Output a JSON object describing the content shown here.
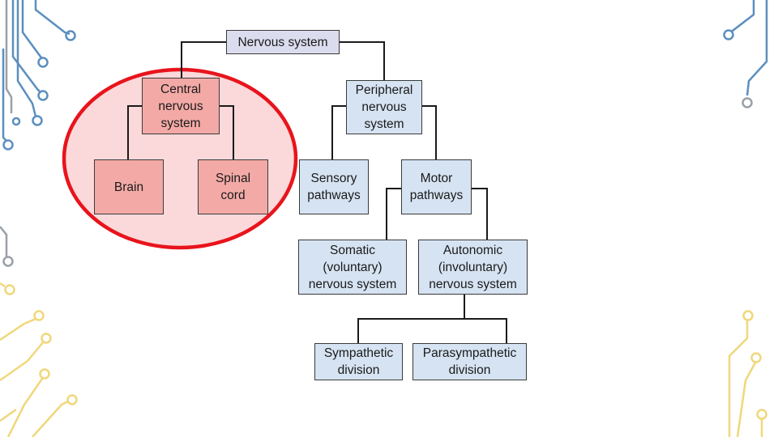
{
  "diagram": {
    "nodes": {
      "nervous_system": "Nervous system",
      "central": "Central\nnervous\nsystem",
      "peripheral": "Peripheral\nnervous\nsystem",
      "brain": "Brain",
      "spinal_cord": "Spinal\ncord",
      "sensory": "Sensory\npathways",
      "motor": "Motor\npathways",
      "somatic": "Somatic\n(voluntary)\nnervous system",
      "autonomic": "Autonomic\n(involuntary)\nnervous system",
      "sympathetic": "Sympathetic\ndivision",
      "parasympathetic": "Parasympathetic\ndivision"
    },
    "colors": {
      "root_fill": "#dcdcef",
      "cns_fill": "#f3aaa6",
      "pns_fill": "#d6e3f2",
      "highlight_stroke": "#e8141c",
      "highlight_fill": "#fbd9da",
      "circuit_blue": "#5b8fbe",
      "circuit_gray": "#9aa0a8",
      "circuit_yellow": "#f0d77a"
    }
  }
}
